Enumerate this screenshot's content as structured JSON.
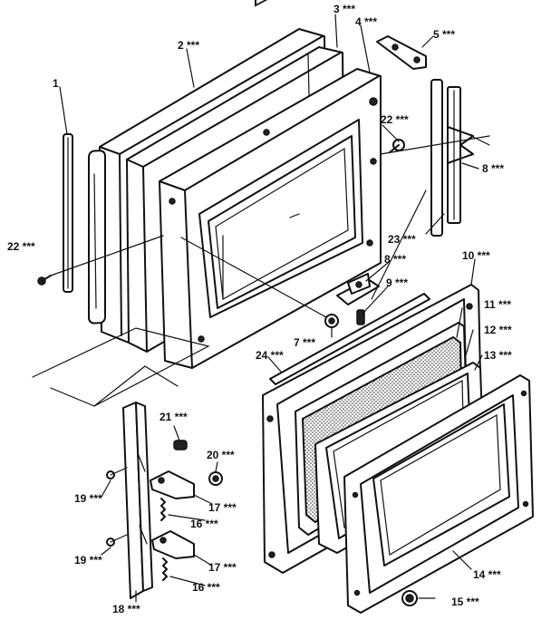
{
  "callouts": [
    {
      "id": "c1",
      "text": "1"
    },
    {
      "id": "c2",
      "text": "2 ***"
    },
    {
      "id": "c3",
      "text": "3 ***"
    },
    {
      "id": "c4",
      "text": "4 ***"
    },
    {
      "id": "c5",
      "text": "5 ***"
    },
    {
      "id": "c22a",
      "text": "22 ***"
    },
    {
      "id": "c8a",
      "text": "8 ***"
    },
    {
      "id": "c22b",
      "text": "22 ***"
    },
    {
      "id": "c23",
      "text": "23 ***"
    },
    {
      "id": "c8b",
      "text": "8 ***"
    },
    {
      "id": "c10",
      "text": "10 ***"
    },
    {
      "id": "c9",
      "text": "9 ***"
    },
    {
      "id": "c11",
      "text": "11 ***"
    },
    {
      "id": "c12",
      "text": "12 ***"
    },
    {
      "id": "c13",
      "text": "13 ***"
    },
    {
      "id": "c7",
      "text": "7 ***"
    },
    {
      "id": "c24",
      "text": "24 ***"
    },
    {
      "id": "c21",
      "text": "21 ***"
    },
    {
      "id": "c20",
      "text": "20 ***"
    },
    {
      "id": "c19a",
      "text": "19 ***"
    },
    {
      "id": "c17a",
      "text": "17 ***"
    },
    {
      "id": "c16a",
      "text": "16 ***"
    },
    {
      "id": "c19b",
      "text": "19 ***"
    },
    {
      "id": "c17b",
      "text": "17 ***"
    },
    {
      "id": "c16b",
      "text": "16 ***"
    },
    {
      "id": "c18",
      "text": "18 ***"
    },
    {
      "id": "c14",
      "text": "14 ***"
    },
    {
      "id": "c15",
      "text": "15 ***"
    }
  ]
}
